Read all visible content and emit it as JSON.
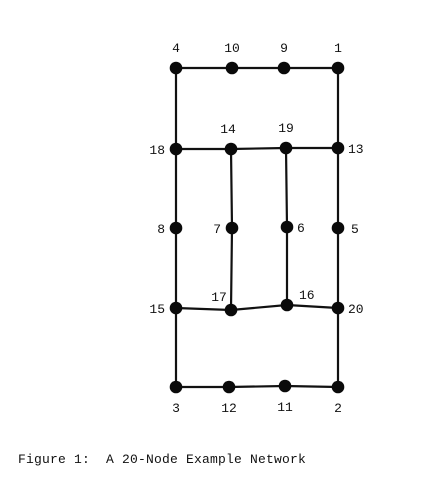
{
  "diagram": {
    "nodes": [
      {
        "id": "4",
        "label": "4"
      },
      {
        "id": "10",
        "label": "10"
      },
      {
        "id": "9",
        "label": "9"
      },
      {
        "id": "1",
        "label": "1"
      },
      {
        "id": "18",
        "label": "18"
      },
      {
        "id": "14",
        "label": "14"
      },
      {
        "id": "19",
        "label": "19"
      },
      {
        "id": "13",
        "label": "13"
      },
      {
        "id": "8",
        "label": "8"
      },
      {
        "id": "7",
        "label": "7"
      },
      {
        "id": "6",
        "label": "6"
      },
      {
        "id": "5",
        "label": "5"
      },
      {
        "id": "15",
        "label": "15"
      },
      {
        "id": "17",
        "label": "17"
      },
      {
        "id": "16",
        "label": "16"
      },
      {
        "id": "20",
        "label": "20"
      },
      {
        "id": "3",
        "label": "3"
      },
      {
        "id": "12",
        "label": "12"
      },
      {
        "id": "11",
        "label": "11"
      },
      {
        "id": "2",
        "label": "2"
      }
    ],
    "edges": [
      [
        "4",
        "10"
      ],
      [
        "10",
        "9"
      ],
      [
        "9",
        "1"
      ],
      [
        "4",
        "18"
      ],
      [
        "1",
        "13"
      ],
      [
        "18",
        "14"
      ],
      [
        "14",
        "19"
      ],
      [
        "19",
        "13"
      ],
      [
        "18",
        "8"
      ],
      [
        "14",
        "7"
      ],
      [
        "19",
        "6"
      ],
      [
        "13",
        "5"
      ],
      [
        "8",
        "15"
      ],
      [
        "7",
        "17"
      ],
      [
        "6",
        "16"
      ],
      [
        "5",
        "20"
      ],
      [
        "15",
        "17"
      ],
      [
        "17",
        "16"
      ],
      [
        "16",
        "20"
      ],
      [
        "15",
        "3"
      ],
      [
        "20",
        "2"
      ],
      [
        "3",
        "12"
      ],
      [
        "12",
        "11"
      ],
      [
        "11",
        "2"
      ]
    ],
    "colors": {
      "line": "#111111",
      "node": "#0a0a0a",
      "background": "#ffffff"
    }
  },
  "caption": "Figure 1:  A 20-Node Example Network"
}
